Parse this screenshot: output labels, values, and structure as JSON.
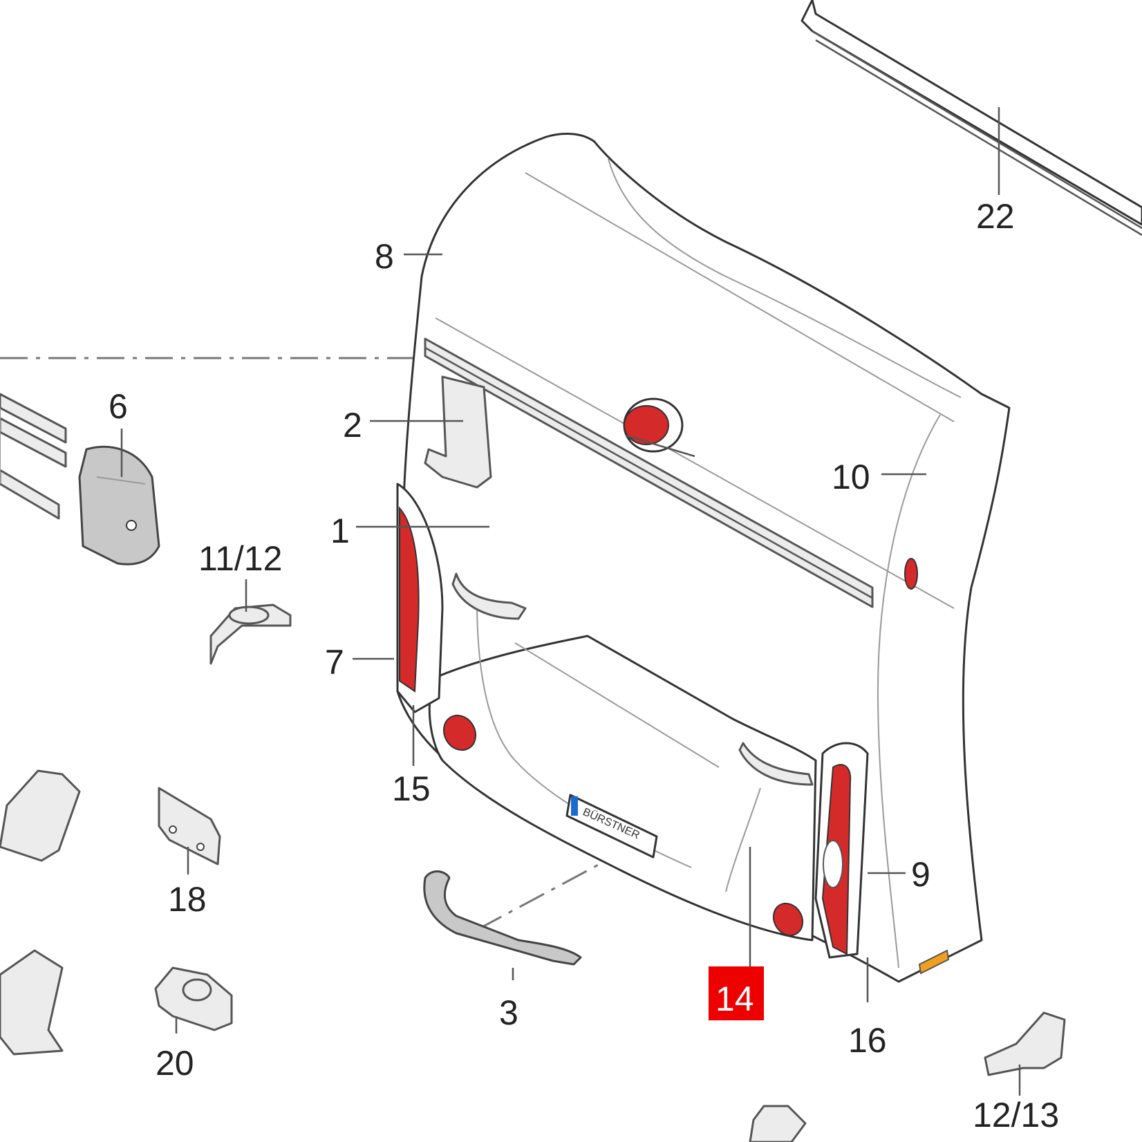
{
  "callouts": [
    {
      "id": "c1",
      "text": "1"
    },
    {
      "id": "c2",
      "text": "2"
    },
    {
      "id": "c3",
      "text": "3"
    },
    {
      "id": "c6",
      "text": "6"
    },
    {
      "id": "c7",
      "text": "7"
    },
    {
      "id": "c8",
      "text": "8"
    },
    {
      "id": "c9",
      "text": "9"
    },
    {
      "id": "c10",
      "text": "10"
    },
    {
      "id": "c11_12",
      "text": "11/12"
    },
    {
      "id": "c12_13",
      "text": "12/13"
    },
    {
      "id": "c14",
      "text": "14"
    },
    {
      "id": "c15",
      "text": "15"
    },
    {
      "id": "c16",
      "text": "16"
    },
    {
      "id": "c18",
      "text": "18"
    },
    {
      "id": "c20",
      "text": "20"
    },
    {
      "id": "c22",
      "text": "22"
    }
  ],
  "highlight": {
    "text": "14",
    "color": "#ee0000"
  },
  "colors": {
    "lamp_red": "#d42a2a",
    "indicator_orange": "#f0a020"
  },
  "plate_text": "BÜRSTNER"
}
